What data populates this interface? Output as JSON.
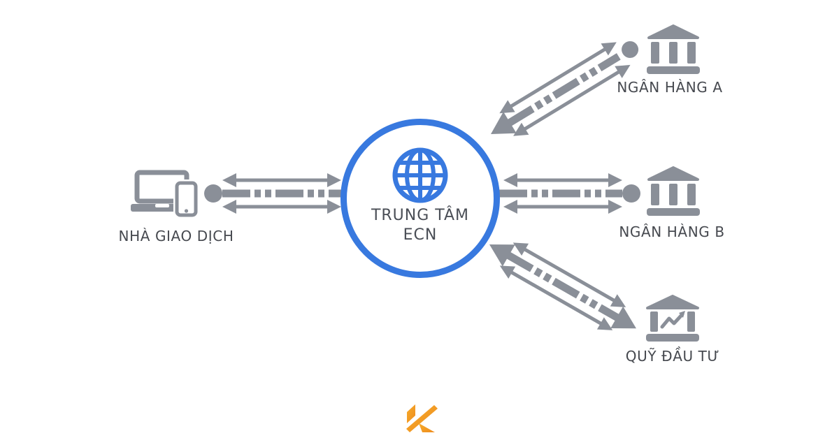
{
  "diagram": {
    "type": "network-diagram",
    "center": {
      "icon": "globe-icon",
      "label_line1": "TRUNG TÂM",
      "label_line2": "ECN"
    },
    "nodes": [
      {
        "id": "trader",
        "label": "NHÀ GIAO DỊCH",
        "icon": "laptop-phone-icon",
        "position": "left"
      },
      {
        "id": "bank-a",
        "label": "NGÂN HÀNG A",
        "icon": "bank-icon",
        "position": "top-right"
      },
      {
        "id": "bank-b",
        "label": "NGÂN HÀNG B",
        "icon": "bank-icon",
        "position": "right"
      },
      {
        "id": "fund",
        "label": "QUỸ ĐẦU TƯ",
        "icon": "bank-chart-icon",
        "position": "bottom-right"
      }
    ],
    "connections": [
      {
        "from": "trader",
        "to": "ecn-center",
        "style": "double-arrow-dashed-bidirectional"
      },
      {
        "from": "ecn-center",
        "to": "bank-a",
        "style": "double-arrow-dashed-bidirectional"
      },
      {
        "from": "ecn-center",
        "to": "bank-b",
        "style": "double-arrow-dashed-bidirectional"
      },
      {
        "from": "ecn-center",
        "to": "fund",
        "style": "double-arrow-dashed-bidirectional"
      }
    ],
    "colors": {
      "accent_blue": "#3879df",
      "connector_gray": "#8a8f98",
      "text_dark": "#46494f",
      "logo_orange_light": "#f7ac2b",
      "logo_orange_dark": "#ee8c1e"
    },
    "watermark_icon": "k-logo"
  }
}
